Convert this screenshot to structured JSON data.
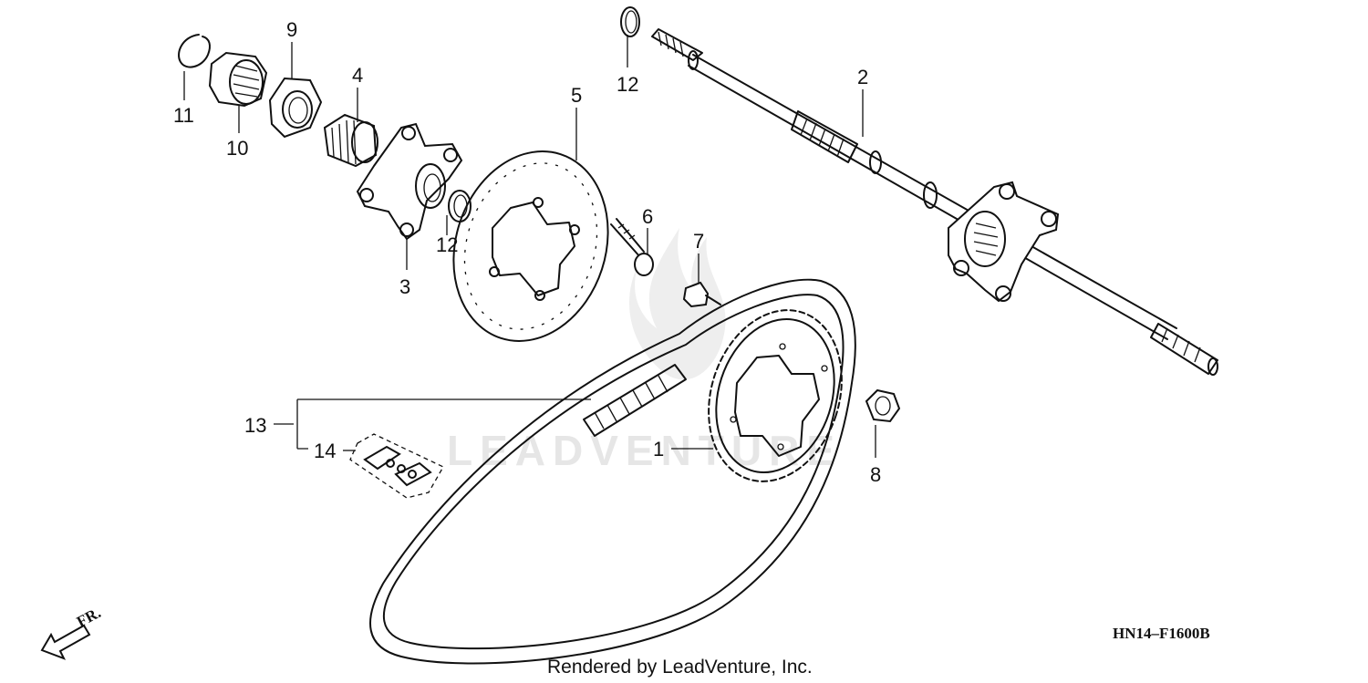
{
  "callouts": {
    "p1": "1",
    "p2": "2",
    "p3": "3",
    "p4": "4",
    "p5": "5",
    "p6": "6",
    "p7": "7",
    "p8": "8",
    "p9": "9",
    "p10": "10",
    "p11": "11",
    "p12a": "12",
    "p12b": "12",
    "p13": "13",
    "p14": "14"
  },
  "direction_label": "FR.",
  "diagram_code": "HN14–F1600B",
  "footer": "Rendered by LeadVenture, Inc.",
  "watermark": "LEADVENTURE"
}
